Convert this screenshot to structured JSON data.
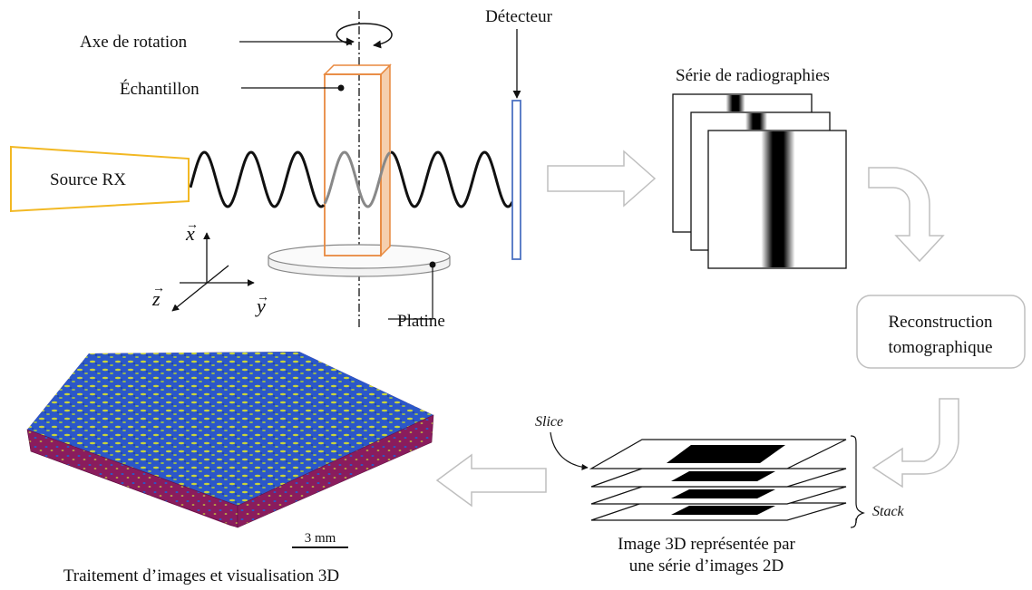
{
  "labels": {
    "rotation_axis": "Axe de rotation",
    "sample": "Échantillon",
    "source": "Source RX",
    "detector": "Détecteur",
    "stage": "Platine",
    "axis_x": "x",
    "axis_y": "y",
    "axis_z": "z",
    "radiographs": "Série de radiographies",
    "reconstruction_line1": "Reconstruction",
    "reconstruction_line2": "tomographique",
    "slice": "Slice",
    "stack": "Stack",
    "image3d_line1": "Image 3D représentée par",
    "image3d_line2": "une série d’images 2D",
    "scale_bar": "3 mm",
    "processing": "Traitement d’images et visualisation 3D"
  },
  "colors": {
    "source_outline": "#f2b823",
    "sample_outline": "#e8893f",
    "sample_side": "#f5cfae",
    "detector_outline": "#4d72c2",
    "arrow_outline": "#bfbfbf",
    "volume_top": "#2b57c9",
    "volume_side": "#8a1c5d",
    "volume_highlight": "#c8d43a"
  },
  "icons": {
    "rotation": "circular-rotation-arrow-icon",
    "flow_arrows": "block-arrow-icon"
  }
}
